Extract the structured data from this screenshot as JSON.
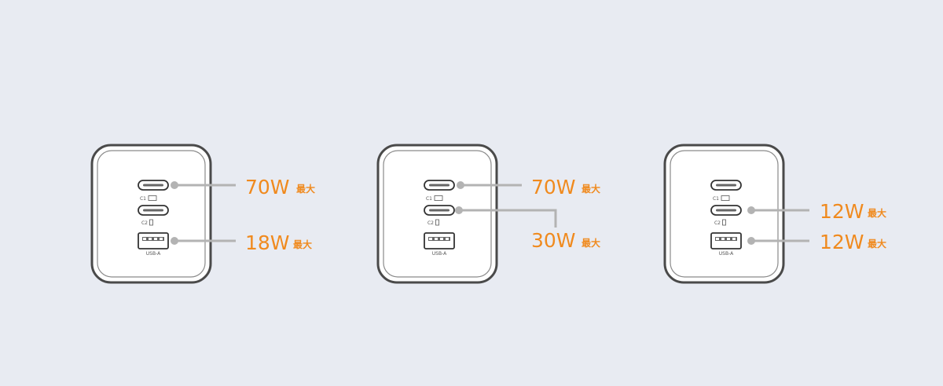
{
  "ports": {
    "c1": "C1",
    "c2": "C2",
    "usba": "USB-A"
  },
  "max_label": "最大",
  "colors": {
    "accent": "#f08a1e",
    "leader": "#b3b3b3",
    "background": "#e8ebf2"
  },
  "configs": [
    {
      "outputs": [
        {
          "port": "C1",
          "value": "70W"
        },
        {
          "port": "USB-A",
          "value": "18W"
        }
      ]
    },
    {
      "outputs": [
        {
          "port": "C1",
          "value": "70W"
        },
        {
          "port": "C2",
          "value": "30W"
        }
      ]
    },
    {
      "outputs": [
        {
          "port": "C2",
          "value": "12W"
        },
        {
          "port": "USB-A",
          "value": "12W"
        }
      ]
    }
  ]
}
